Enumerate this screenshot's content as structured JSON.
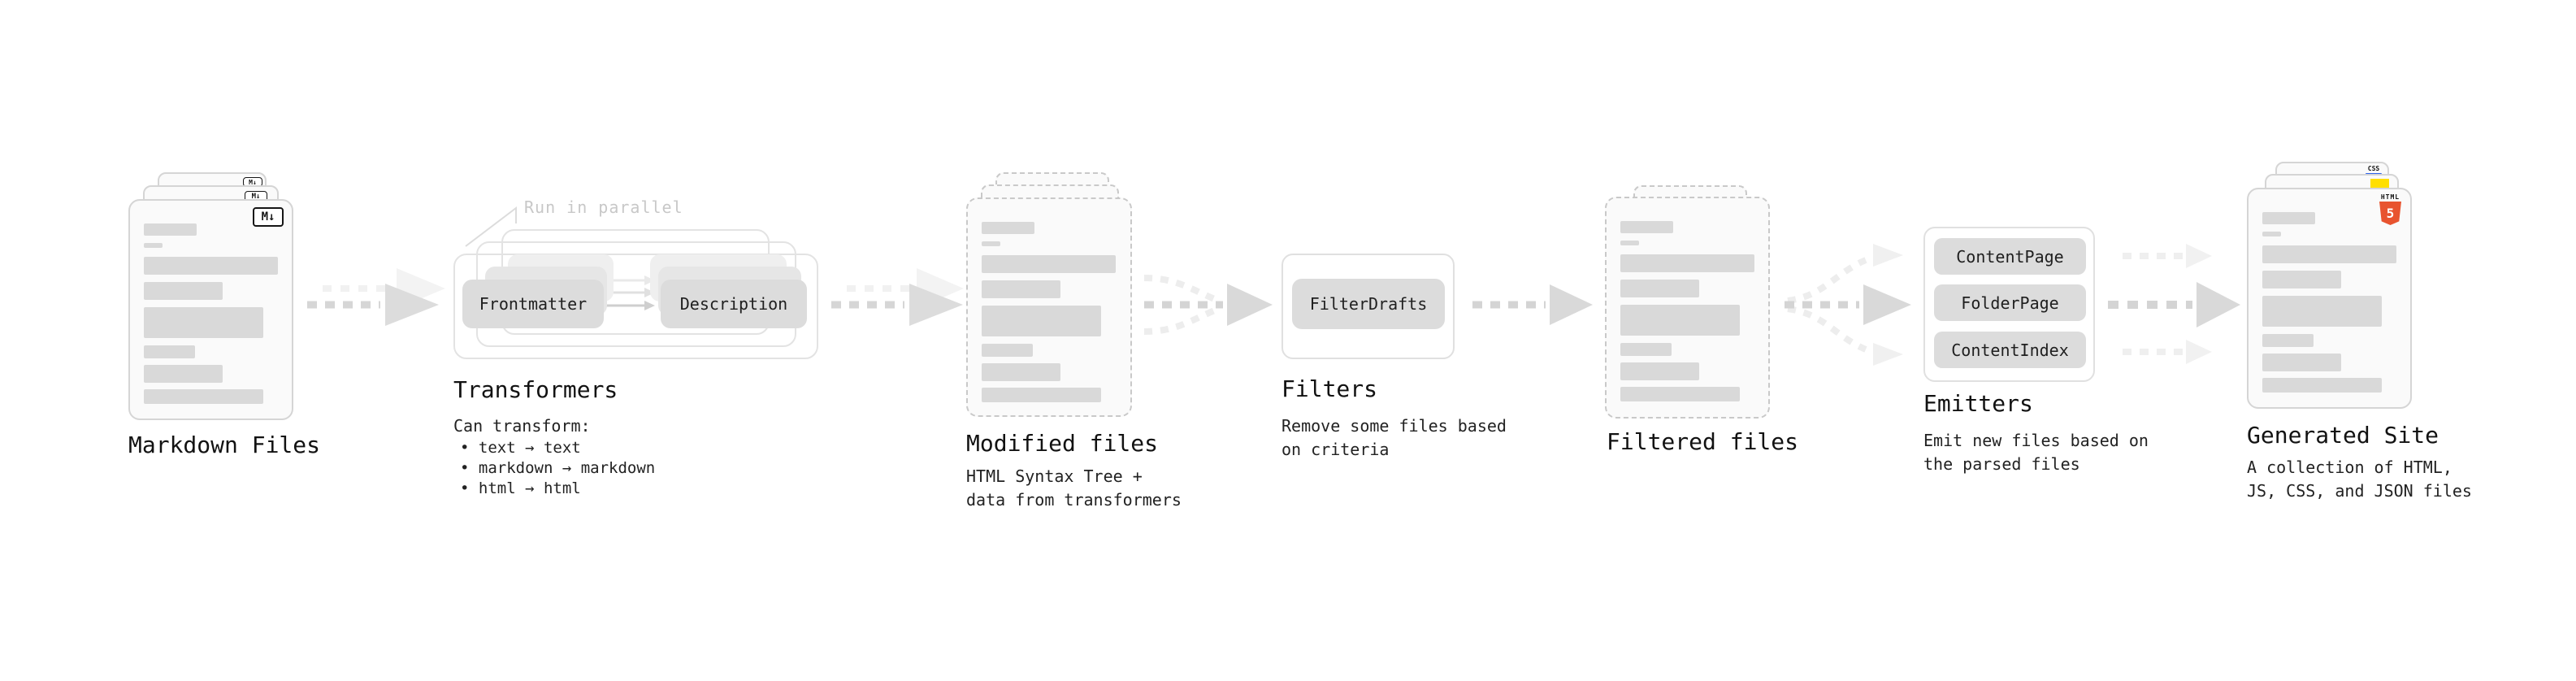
{
  "diagram": {
    "stages": {
      "markdown_files": {
        "label": "Markdown Files",
        "badge": "M↓"
      },
      "transformers": {
        "label": "Transformers",
        "annotation": "Run in parallel",
        "buttons": [
          "Frontmatter",
          "Description"
        ],
        "note_title": "Can transform:",
        "bullets": [
          "• text → text",
          "• markdown → markdown",
          "• html → html"
        ]
      },
      "modified_files": {
        "label": "Modified files",
        "note": "HTML Syntax Tree +\ndata from transformers"
      },
      "filters": {
        "label": "Filters",
        "buttons": [
          "FilterDrafts"
        ],
        "note": "Remove some files based\non criteria"
      },
      "filtered_files": {
        "label": "Filtered files"
      },
      "emitters": {
        "label": "Emitters",
        "buttons": [
          "ContentPage",
          "FolderPage",
          "ContentIndex"
        ],
        "note": "Emit new files based on\nthe parsed files"
      },
      "generated_site": {
        "label": "Generated Site",
        "note": "A collection of HTML,\nJS, CSS, and JSON files",
        "badges": {
          "css": "CSS",
          "html_word": "HTML",
          "html_five": "5"
        }
      }
    },
    "colors": {
      "html5_orange": "#e8542f",
      "css_blue": "#2d63ea",
      "js_yellow": "#ffdf00"
    }
  }
}
